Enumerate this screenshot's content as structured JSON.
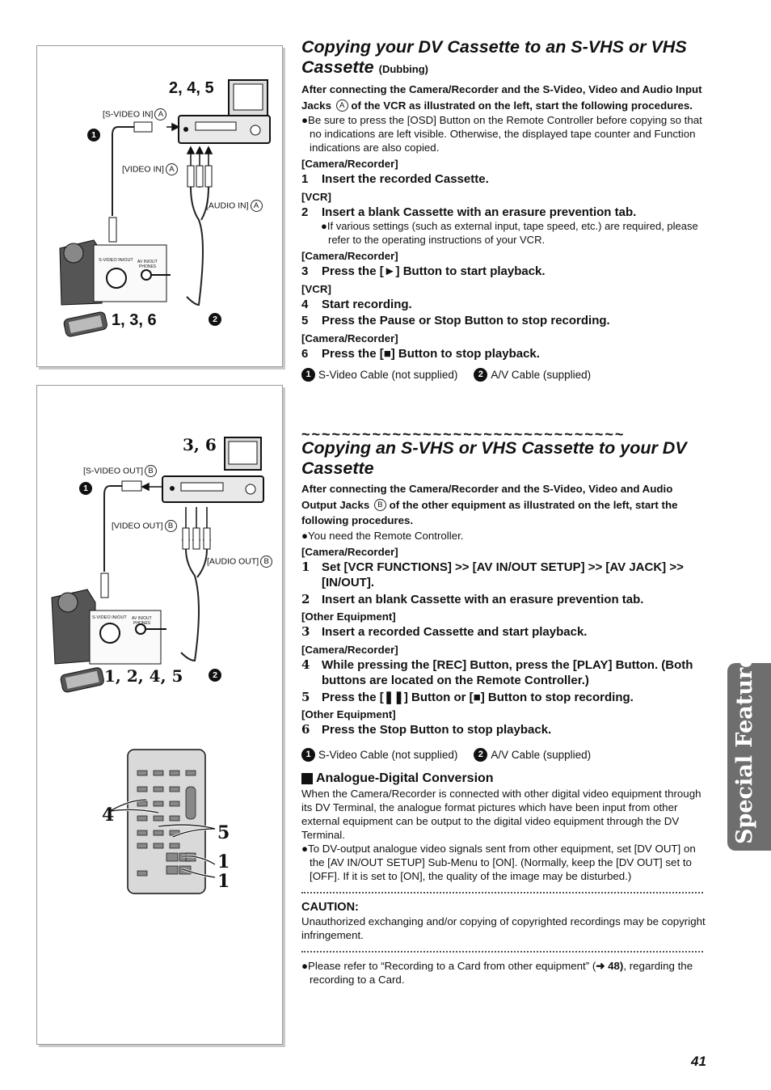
{
  "figure1": {
    "steps_top": "2, 4, 5",
    "steps_bottom": "1, 3, 6",
    "label_svideo": "[S-VIDEO IN]",
    "label_video": "[VIDEO IN]",
    "label_audio": "[AUDIO IN]",
    "jack_letter": "A",
    "num1": "1",
    "num2": "2",
    "svideo_inout": "S-VIDEO IN/OUT",
    "av_inout": "AV IN/OUT",
    "phones": "PHONES"
  },
  "figure2": {
    "steps_top": "3, 6",
    "steps_bottom": "1, 2, 4, 5",
    "label_svideo": "[S-VIDEO OUT]",
    "label_video": "[VIDEO OUT]",
    "label_audio": "[AUDIO OUT]",
    "jack_letter": "B",
    "num1": "1",
    "num2": "2",
    "svideo_inout": "S-VIDEO IN/OUT",
    "av_inout": "AV IN/OUT",
    "phones": "PHONES"
  },
  "remote": {
    "callout_left": "4",
    "callout_right_1": "5",
    "callout_right_2": "1",
    "callout_right_3": "1"
  },
  "section1": {
    "title": "Copying your DV Cassette to an S-VHS or VHS Cassette",
    "title_suffix": "(Dubbing)",
    "intro_a": "After connecting the Camera/Recorder and the S-Video, Video and Audio Input Jacks",
    "intro_letter": "A",
    "intro_b": "of the VCR as illustrated on the left, start the following procedures.",
    "bullet1": "Be sure to press the [OSD] Button on the Remote Controller before copying so that no indications are left visible. Otherwise, the displayed tape counter and Function indications are also copied.",
    "blocks": [
      {
        "device": "[Camera/Recorder]",
        "steps": [
          {
            "n": "1",
            "text": "Insert the recorded Cassette."
          }
        ]
      },
      {
        "device": "[VCR]",
        "steps": [
          {
            "n": "2",
            "text": "Insert a blank Cassette with an erasure prevention tab."
          }
        ],
        "note": "If various settings (such as external input, tape speed, etc.) are required, please refer to the operating instructions of your VCR."
      },
      {
        "device": "[Camera/Recorder]",
        "steps": [
          {
            "n": "3",
            "text": "Press the [►] Button to start playback."
          }
        ]
      },
      {
        "device": "[VCR]",
        "steps": [
          {
            "n": "4",
            "text": "Start recording."
          },
          {
            "n": "5",
            "text": "Press the Pause or Stop Button to stop recording."
          }
        ]
      },
      {
        "device": "[Camera/Recorder]",
        "steps": [
          {
            "n": "6",
            "text": "Press the [■] Button to stop playback."
          }
        ]
      }
    ],
    "cable1_num": "1",
    "cable1": "S-Video Cable (not supplied)",
    "cable2_num": "2",
    "cable2": "A/V Cable (supplied)"
  },
  "separator": "~~~~~~~~~~~~~~~~~~~~~~~~~~~~~~~~",
  "section2": {
    "title": "Copying an S-VHS or VHS Cassette to your DV Cassette",
    "intro_a": "After connecting the Camera/Recorder and the S-Video, Video and Audio Output Jacks",
    "intro_letter": "B",
    "intro_b": "of the other equipment as illustrated on the left, start the following procedures.",
    "bullet1": "You need the Remote Controller.",
    "blocks": [
      {
        "device": "[Camera/Recorder]",
        "steps": [
          {
            "n": "1",
            "text": "Set [VCR FUNCTIONS] >> [AV IN/OUT SETUP] >> [AV JACK] >> [IN/OUT]."
          },
          {
            "n": "2",
            "text": "Insert an blank Cassette with an erasure prevention tab."
          }
        ]
      },
      {
        "device": "[Other Equipment]",
        "steps": [
          {
            "n": "3",
            "text": "Insert a recorded Cassette and start playback."
          }
        ]
      },
      {
        "device": "[Camera/Recorder]",
        "steps": [
          {
            "n": "4",
            "text": "While pressing the [REC] Button, press the [PLAY] Button. (Both buttons are located on the Remote Controller.)"
          },
          {
            "n": "5",
            "text": "Press the [❚❚] Button or [■] Button to stop recording."
          }
        ]
      },
      {
        "device": "[Other Equipment]",
        "steps": [
          {
            "n": "6",
            "text": "Press the Stop Button to stop playback."
          }
        ]
      }
    ],
    "cable1_num": "1",
    "cable1": "S-Video Cable (not supplied)",
    "cable2_num": "2",
    "cable2": "A/V Cable (supplied)"
  },
  "analogue": {
    "title": "Analogue-Digital Conversion",
    "para": "When the Camera/Recorder is connected with other digital video equipment through its DV Terminal, the analogue format pictures which have been input from other external equipment can be output to the digital video equipment through the DV Terminal.",
    "bullet": "To DV-output analogue video signals sent from other equipment, set [DV OUT] on the [AV IN/OUT SETUP] Sub-Menu to [ON]. (Normally, keep the [DV OUT] set to [OFF]. If it is set to [ON], the quality of the image may be disturbed.)"
  },
  "caution": {
    "title": "CAUTION:",
    "text": "Unauthorized exchanging and/or copying of copyrighted recordings may be copyright infringement."
  },
  "refer": {
    "text_a": "Please refer to “Recording to a Card from other equipment” (",
    "ref": "➜ 48)",
    "text_b": ", regarding the recording to a Card."
  },
  "side_tab": "Special Features",
  "page_number": "41"
}
